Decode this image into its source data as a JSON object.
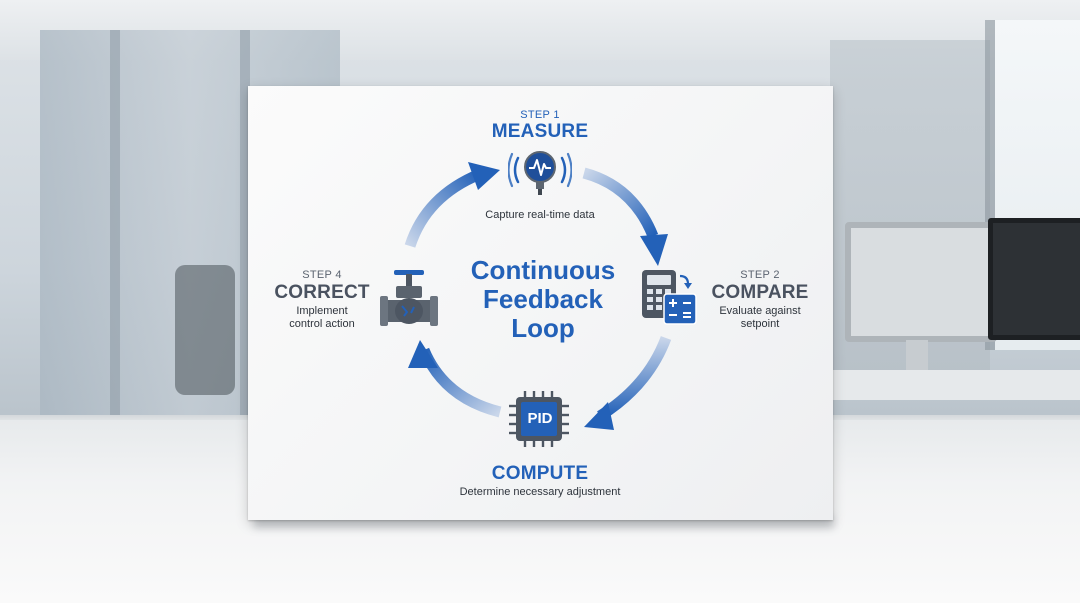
{
  "diagram": {
    "center_title": [
      "Continuous",
      "Feedback",
      "Loop"
    ],
    "steps": [
      {
        "step": "STEP 1",
        "name": "MEASURE",
        "description": "Capture real-time data",
        "icon": "sensor-icon"
      },
      {
        "step": "STEP 2",
        "name": "COMPARE",
        "description": [
          "Evaluate against",
          "setpoint"
        ],
        "icon": "calculator-icon"
      },
      {
        "step": "",
        "name": "COMPUTE",
        "description": "Determine necessary adjustment",
        "icon": "pid-chip-icon",
        "icon_text": "PID"
      },
      {
        "step": "STEP 4",
        "name": "CORRECT",
        "description": [
          "Implement",
          "control action"
        ],
        "icon": "valve-icon"
      }
    ]
  },
  "colors": {
    "primary_blue": "#2361b8",
    "dark_gray": "#4a5260",
    "arrow_fade": "#c9d6ea"
  }
}
